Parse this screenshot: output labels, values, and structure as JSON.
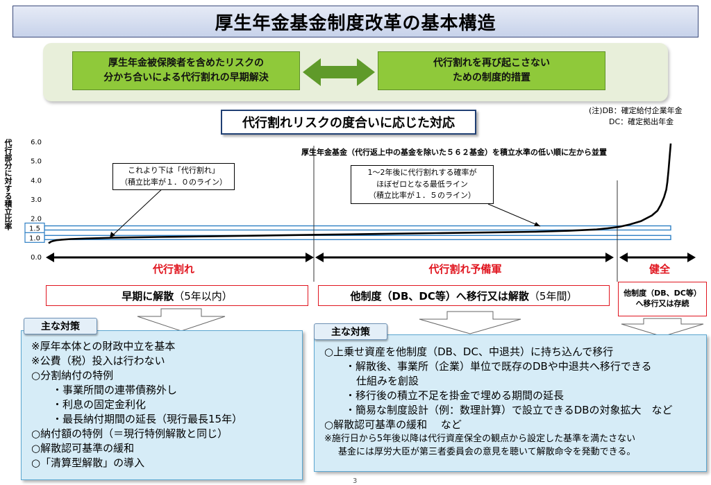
{
  "title": "厚生年金基金制度改革の基本構造",
  "goals": {
    "left": "厚生年金被保険者を含めたリスクの\n分かち合いによる代行割れの早期解決",
    "right": "代行割れを再び起こさない\nための制度的措置"
  },
  "section_header": "代行割れリスクの度合いに応じた対応",
  "notes": [
    "(注)DB：確定給付企業年金",
    "DC：確定拠出年金"
  ],
  "chart_data": {
    "type": "line",
    "ylabel": "代行部分に対する積立比率",
    "ylim": [
      0,
      6
    ],
    "yticks": [
      "0.0",
      "1.0",
      "2.0",
      "3.0",
      "4.0",
      "5.0",
      "6.0"
    ],
    "highlight_lines": [
      {
        "value": 1.5,
        "label": "1.5"
      },
      {
        "value": 1.0,
        "label": "1.0"
      }
    ],
    "fund_count": 562,
    "curve": [
      [
        0,
        0.7
      ],
      [
        1,
        0.74
      ],
      [
        2,
        0.78
      ],
      [
        4,
        0.82
      ],
      [
        7,
        0.86
      ],
      [
        12,
        0.89
      ],
      [
        20,
        0.92
      ],
      [
        35,
        0.95
      ],
      [
        60,
        0.99
      ],
      [
        100,
        1.03
      ],
      [
        150,
        1.07
      ],
      [
        200,
        1.11
      ],
      [
        250,
        1.15
      ],
      [
        300,
        1.19
      ],
      [
        350,
        1.23
      ],
      [
        400,
        1.27
      ],
      [
        440,
        1.3
      ],
      [
        470,
        1.35
      ],
      [
        495,
        1.42
      ],
      [
        505,
        1.48
      ],
      [
        515,
        1.55
      ],
      [
        525,
        1.68
      ],
      [
        535,
        1.85
      ],
      [
        545,
        2.15
      ],
      [
        550,
        2.4
      ],
      [
        553,
        2.7
      ],
      [
        556,
        3.1
      ],
      [
        558,
        3.5
      ],
      [
        559,
        3.9
      ],
      [
        560,
        4.5
      ],
      [
        561,
        5.2
      ],
      [
        562,
        5.9
      ]
    ],
    "annotations": {
      "series_note": "厚生年金基金（代行返上中の基金を除いた５６２基金）を積立水準の低い順に左から並置",
      "callout_low": "これより下は「代行割れ」\n（積立比率が１．０のライン）",
      "callout_mid": "1～2年後に代行割れする確率が\nほぼゼロとなる最低ライン\n（積立比率が１．５のライン）"
    }
  },
  "zones": [
    {
      "label": "代行割れ"
    },
    {
      "label": "代行割れ予備軍"
    },
    {
      "label": "健全"
    }
  ],
  "actions": {
    "dissolve_bold": "早期に解散",
    "dissolve_sub": "（5年以内）",
    "transfer_bold": "他制度（DB、DC等）へ移行又は解散",
    "transfer_sub": "（5年間）",
    "healthy": "他制度（DB、DC等）\nへ移行又は存続"
  },
  "measures": {
    "tag": "主な対策",
    "left_lines": [
      "※厚年本体との財政中立を基本",
      "※公費（税）投入は行わない",
      "○分割納付の特例",
      "・事業所間の連帯債務外し",
      "・利息の固定金利化",
      "・最長納付期間の延長（現行最長15年）",
      "○納付額の特例（＝現行特例解散と同じ）",
      "○解散認可基準の緩和",
      "○「清算型解散」の導入"
    ],
    "right_lines": [
      "○上乗せ資産を他制度（DB、DC、中退共）に持ち込んで移行",
      "・解散後、事業所（企業）単位で既存のDBや中退共へ移行できる",
      "仕組みを創設",
      "・移行後の積立不足を掛金で埋める期間の延長",
      "・簡易な制度設計（例：数理計算）で設立できるDBの対象拡大　など",
      "○解散認可基準の緩和　 など",
      "※施行日から5年後以降は代行資産保全の観点から設定した基準を満たさない",
      "基金には厚労大臣が第三者委員会の意見を聴いて解散命令を発動できる。"
    ]
  },
  "page_number": "3"
}
